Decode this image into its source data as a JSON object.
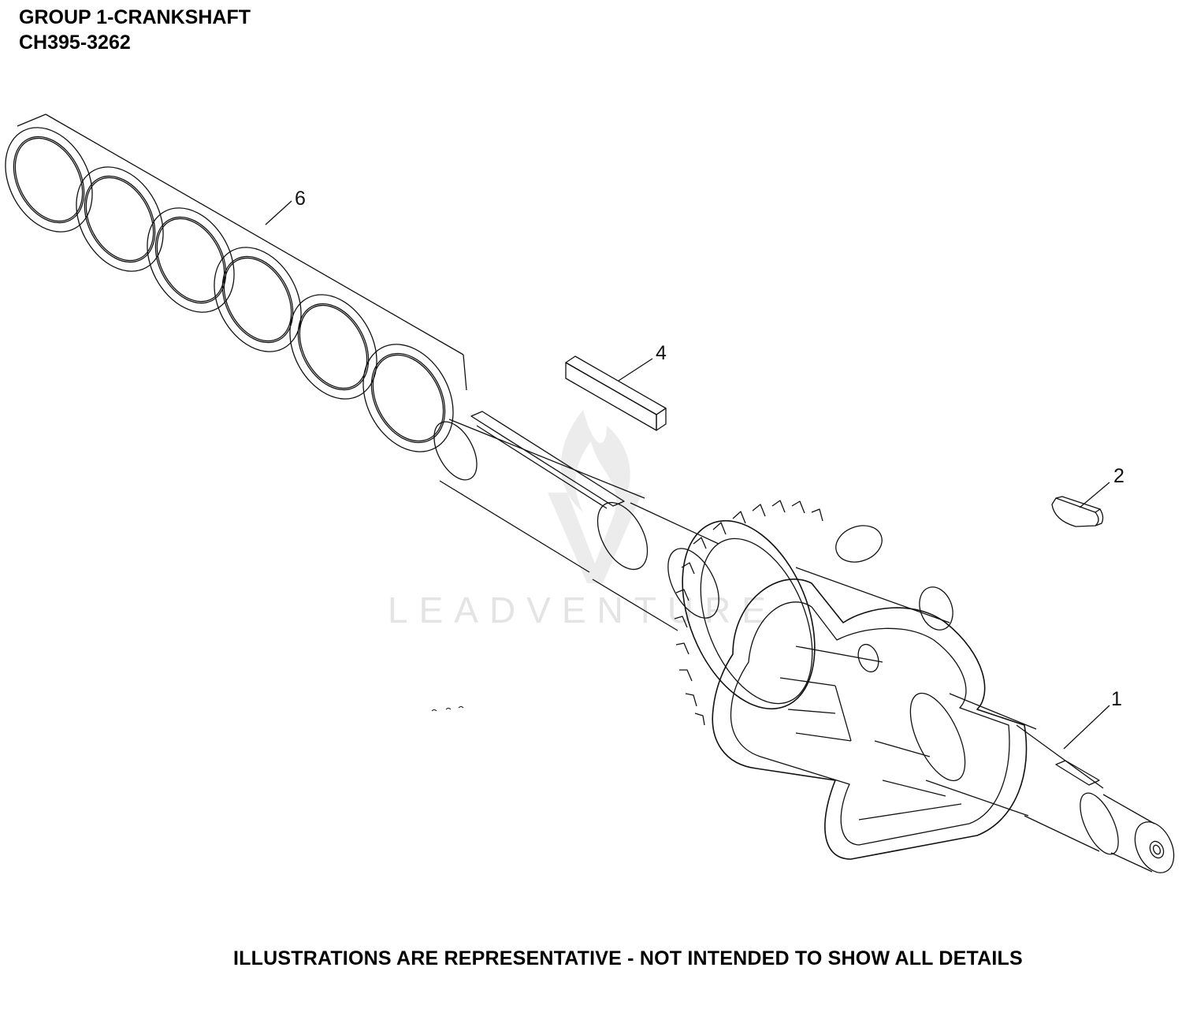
{
  "header": {
    "group_title": "GROUP 1-CRANKSHAFT",
    "model": "CH395-3262"
  },
  "watermark": {
    "brand": "LEADVENTURE"
  },
  "callouts": [
    {
      "id": "6",
      "part": "shims"
    },
    {
      "id": "4",
      "part": "key"
    },
    {
      "id": "2",
      "part": "woodruff-key"
    },
    {
      "id": "1",
      "part": "crankshaft"
    }
  ],
  "footer": {
    "disclaimer": "ILLUSTRATIONS ARE REPRESENTATIVE - NOT INTENDED TO SHOW ALL DETAILS"
  },
  "colors": {
    "line": "#111111",
    "watermark": "#e4e4e4"
  }
}
